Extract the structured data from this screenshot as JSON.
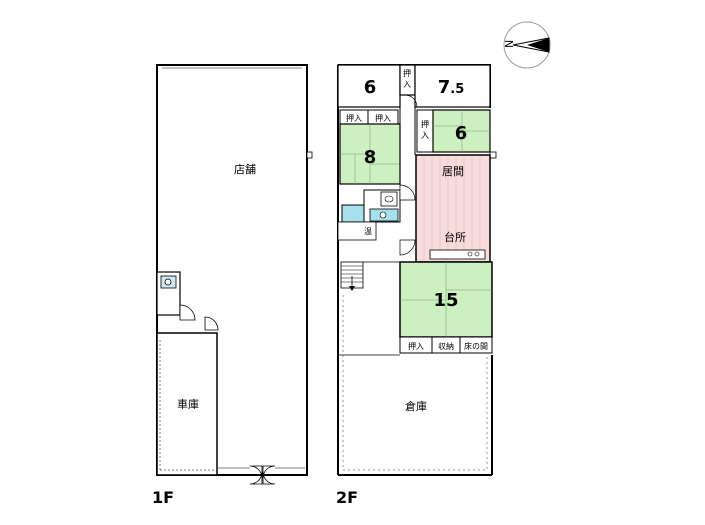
{
  "floors": {
    "f1": {
      "label": "1F",
      "rooms": {
        "shop": "店舗",
        "garage": "車庫"
      }
    },
    "f2": {
      "label": "2F",
      "rooms": {
        "r6_top": "6",
        "r7_5": "7.5",
        "r7_5_suffix": ".5",
        "r7_5_main": "7",
        "r8": "8",
        "r6_right": "6",
        "r15": "15",
        "living": "居間",
        "kitchen": "台所",
        "warehouse": "倉庫",
        "water_heater": "温",
        "closet": "押入",
        "storage": "収納",
        "tokonoma": "床の間"
      }
    }
  },
  "compass": {
    "north": "N"
  },
  "colors": {
    "tatami": "#ccf0c0",
    "flooring": "#f8dcdc",
    "water": "#a8e0ee",
    "line": "#000000"
  }
}
